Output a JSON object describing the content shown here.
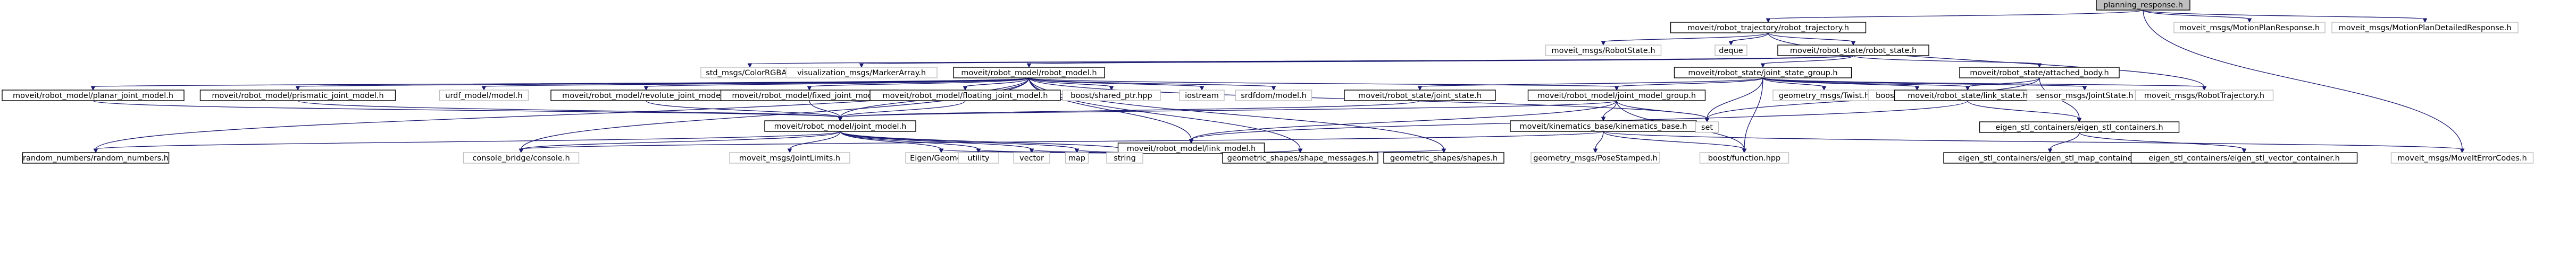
{
  "graph": {
    "colors": {
      "edge": "#191970",
      "root_fill": "#bfbfbf",
      "node_border": "#000000",
      "external_border": "#bfbfbf",
      "node_fill": "#ffffff"
    },
    "nodes": [
      {
        "id": "root",
        "label": "planning_response.h",
        "kind": "root"
      },
      {
        "id": "traj",
        "label": "moveit/robot_trajectory/robot_trajectory.h",
        "kind": "internal"
      },
      {
        "id": "mpr",
        "label": "moveit_msgs/MotionPlanResponse.h",
        "kind": "external"
      },
      {
        "id": "mpdr",
        "label": "moveit_msgs/MotionPlanDetailedResponse.h",
        "kind": "external"
      },
      {
        "id": "rsmsg",
        "label": "moveit_msgs/RobotState.h",
        "kind": "external"
      },
      {
        "id": "deque",
        "label": "deque",
        "kind": "external"
      },
      {
        "id": "rstate",
        "label": "moveit/robot_state/robot_state.h",
        "kind": "internal"
      },
      {
        "id": "colorrgba",
        "label": "std_msgs/ColorRGBA.h",
        "kind": "external"
      },
      {
        "id": "markerarr",
        "label": "visualization_msgs/MarkerArray.h",
        "kind": "external"
      },
      {
        "id": "rmodel",
        "label": "moveit/robot_model/robot_model.h",
        "kind": "internal"
      },
      {
        "id": "jsg",
        "label": "moveit/robot_state/joint_state_group.h",
        "kind": "internal"
      },
      {
        "id": "attbody",
        "label": "moveit/robot_state/attached_body.h",
        "kind": "internal"
      },
      {
        "id": "planarjm",
        "label": "moveit/robot_model/planar_joint_model.h",
        "kind": "internal"
      },
      {
        "id": "prismjm",
        "label": "moveit/robot_model/prismatic_joint_model.h",
        "kind": "internal"
      },
      {
        "id": "urdfmodel",
        "label": "urdf_model/model.h",
        "kind": "external"
      },
      {
        "id": "revjm",
        "label": "moveit/robot_model/revolute_joint_model.h",
        "kind": "internal"
      },
      {
        "id": "fixjm",
        "label": "moveit/robot_model/fixed_joint_model.h",
        "kind": "internal"
      },
      {
        "id": "floatjm",
        "label": "moveit/robot_model/floating_joint_model.h",
        "kind": "internal"
      },
      {
        "id": "sharedptr",
        "label": "boost/shared_ptr.hpp",
        "kind": "external"
      },
      {
        "id": "iostream",
        "label": "iostream",
        "kind": "external"
      },
      {
        "id": "srdfdom",
        "label": "srdfdom/model.h",
        "kind": "external"
      },
      {
        "id": "jstate",
        "label": "moveit/robot_state/joint_state.h",
        "kind": "internal"
      },
      {
        "id": "jmg",
        "label": "moveit/robot_model/joint_model_group.h",
        "kind": "internal"
      },
      {
        "id": "twist",
        "label": "geometry_msgs/Twist.h",
        "kind": "external"
      },
      {
        "id": "scopedptr",
        "label": "boost/scoped_ptr.hpp",
        "kind": "external"
      },
      {
        "id": "lstate",
        "label": "moveit/robot_state/link_state.h",
        "kind": "internal"
      },
      {
        "id": "sensorjs",
        "label": "sensor_msgs/JointState.h",
        "kind": "external"
      },
      {
        "id": "robottraj",
        "label": "moveit_msgs/RobotTrajectory.h",
        "kind": "external"
      },
      {
        "id": "jmodel",
        "label": "moveit/robot_model/joint_model.h",
        "kind": "internal"
      },
      {
        "id": "kinbase",
        "label": "moveit/kinematics_base/kinematics_base.h",
        "kind": "internal"
      },
      {
        "id": "set",
        "label": "set",
        "kind": "external"
      },
      {
        "id": "eigencont",
        "label": "eigen_stl_containers/eigen_stl_containers.h",
        "kind": "internal"
      },
      {
        "id": "lmodel",
        "label": "moveit/robot_model/link_model.h",
        "kind": "internal"
      },
      {
        "id": "randnum",
        "label": "random_numbers/random_numbers.h",
        "kind": "internal"
      },
      {
        "id": "console",
        "label": "console_bridge/console.h",
        "kind": "external"
      },
      {
        "id": "jlimits",
        "label": "moveit_msgs/JointLimits.h",
        "kind": "external"
      },
      {
        "id": "eigengeo",
        "label": "Eigen/Geometry",
        "kind": "external"
      },
      {
        "id": "utility",
        "label": "utility",
        "kind": "external"
      },
      {
        "id": "vector",
        "label": "vector",
        "kind": "external"
      },
      {
        "id": "map",
        "label": "map",
        "kind": "external"
      },
      {
        "id": "string",
        "label": "string",
        "kind": "external"
      },
      {
        "id": "shapemsgs",
        "label": "geometric_shapes/shape_messages.h",
        "kind": "internal"
      },
      {
        "id": "shapes",
        "label": "geometric_shapes/shapes.h",
        "kind": "internal"
      },
      {
        "id": "posestamped",
        "label": "geometry_msgs/PoseStamped.h",
        "kind": "external"
      },
      {
        "id": "boostfn",
        "label": "boost/function.hpp",
        "kind": "external"
      },
      {
        "id": "eigenmap",
        "label": "eigen_stl_containers/eigen_stl_map_container.h",
        "kind": "internal"
      },
      {
        "id": "eigenvec",
        "label": "eigen_stl_containers/eigen_stl_vector_container.h",
        "kind": "internal"
      },
      {
        "id": "errcodes",
        "label": "moveit_msgs/MoveItErrorCodes.h",
        "kind": "external"
      }
    ]
  }
}
